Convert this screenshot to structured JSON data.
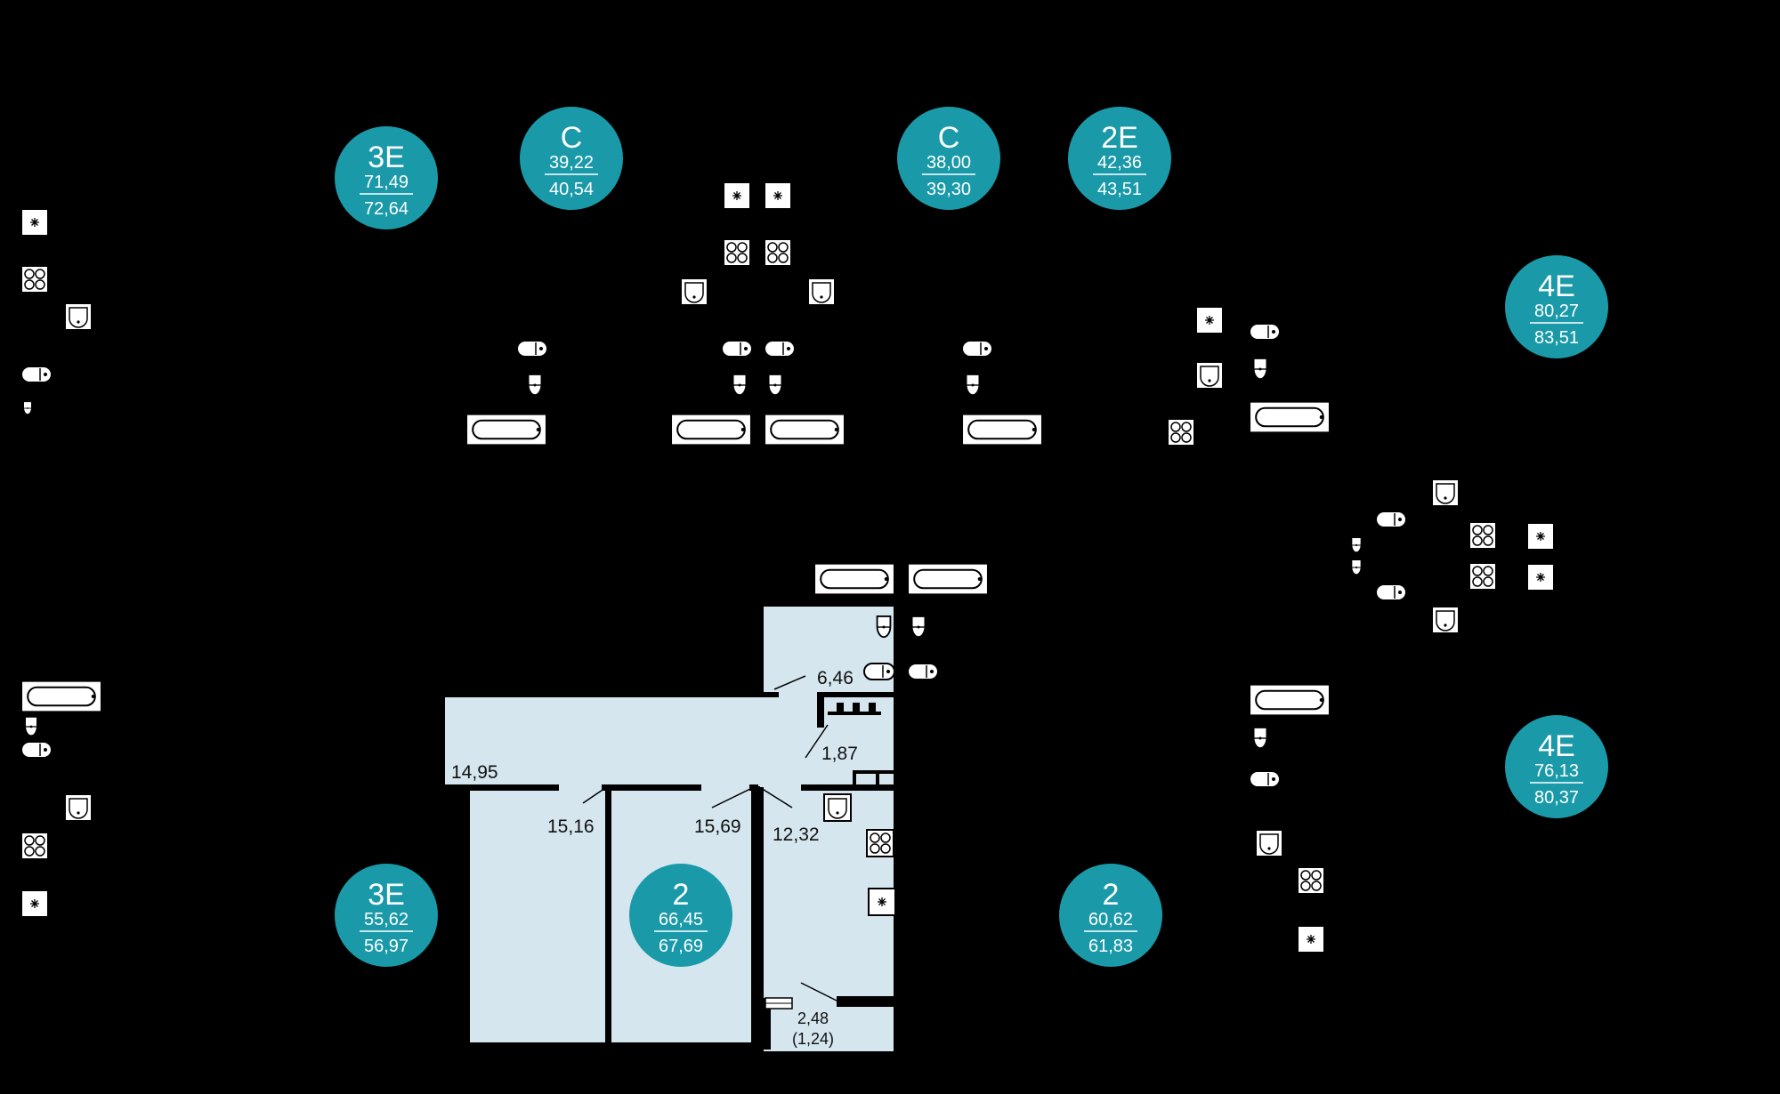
{
  "colors": {
    "background": "#000000",
    "badge": "#1a9aa9",
    "badge_text": "#ffffff",
    "room_fill": "#d5e6ee",
    "wall": "#000000",
    "fixture_fill": "#ffffff"
  },
  "badges": [
    {
      "type": "3Е",
      "living": "71,49",
      "total": "72,64"
    },
    {
      "type": "С",
      "living": "39,22",
      "total": "40,54"
    },
    {
      "type": "С",
      "living": "38,00",
      "total": "39,30"
    },
    {
      "type": "2Е",
      "living": "42,36",
      "total": "43,51"
    },
    {
      "type": "4Е",
      "living": "80,27",
      "total": "83,51"
    },
    {
      "type": "4Е",
      "living": "76,13",
      "total": "80,37"
    },
    {
      "type": "3Е",
      "living": "55,62",
      "total": "56,97"
    },
    {
      "type": "2",
      "living": "66,45",
      "total": "67,69"
    },
    {
      "type": "2",
      "living": "60,62",
      "total": "61,83"
    }
  ],
  "room_areas": {
    "hall": "6,46",
    "living": "14,95",
    "bedroom_left": "15,16",
    "bedroom_right": "15,69",
    "kitchen": "12,32",
    "bathroom": "1,87",
    "balcony": "2,48",
    "balcony_reduced": "(1,24)"
  },
  "fixture_icons": [
    "bathtub-icon",
    "sink-icon",
    "toilet-icon",
    "stove-icon",
    "fan-icon"
  ]
}
